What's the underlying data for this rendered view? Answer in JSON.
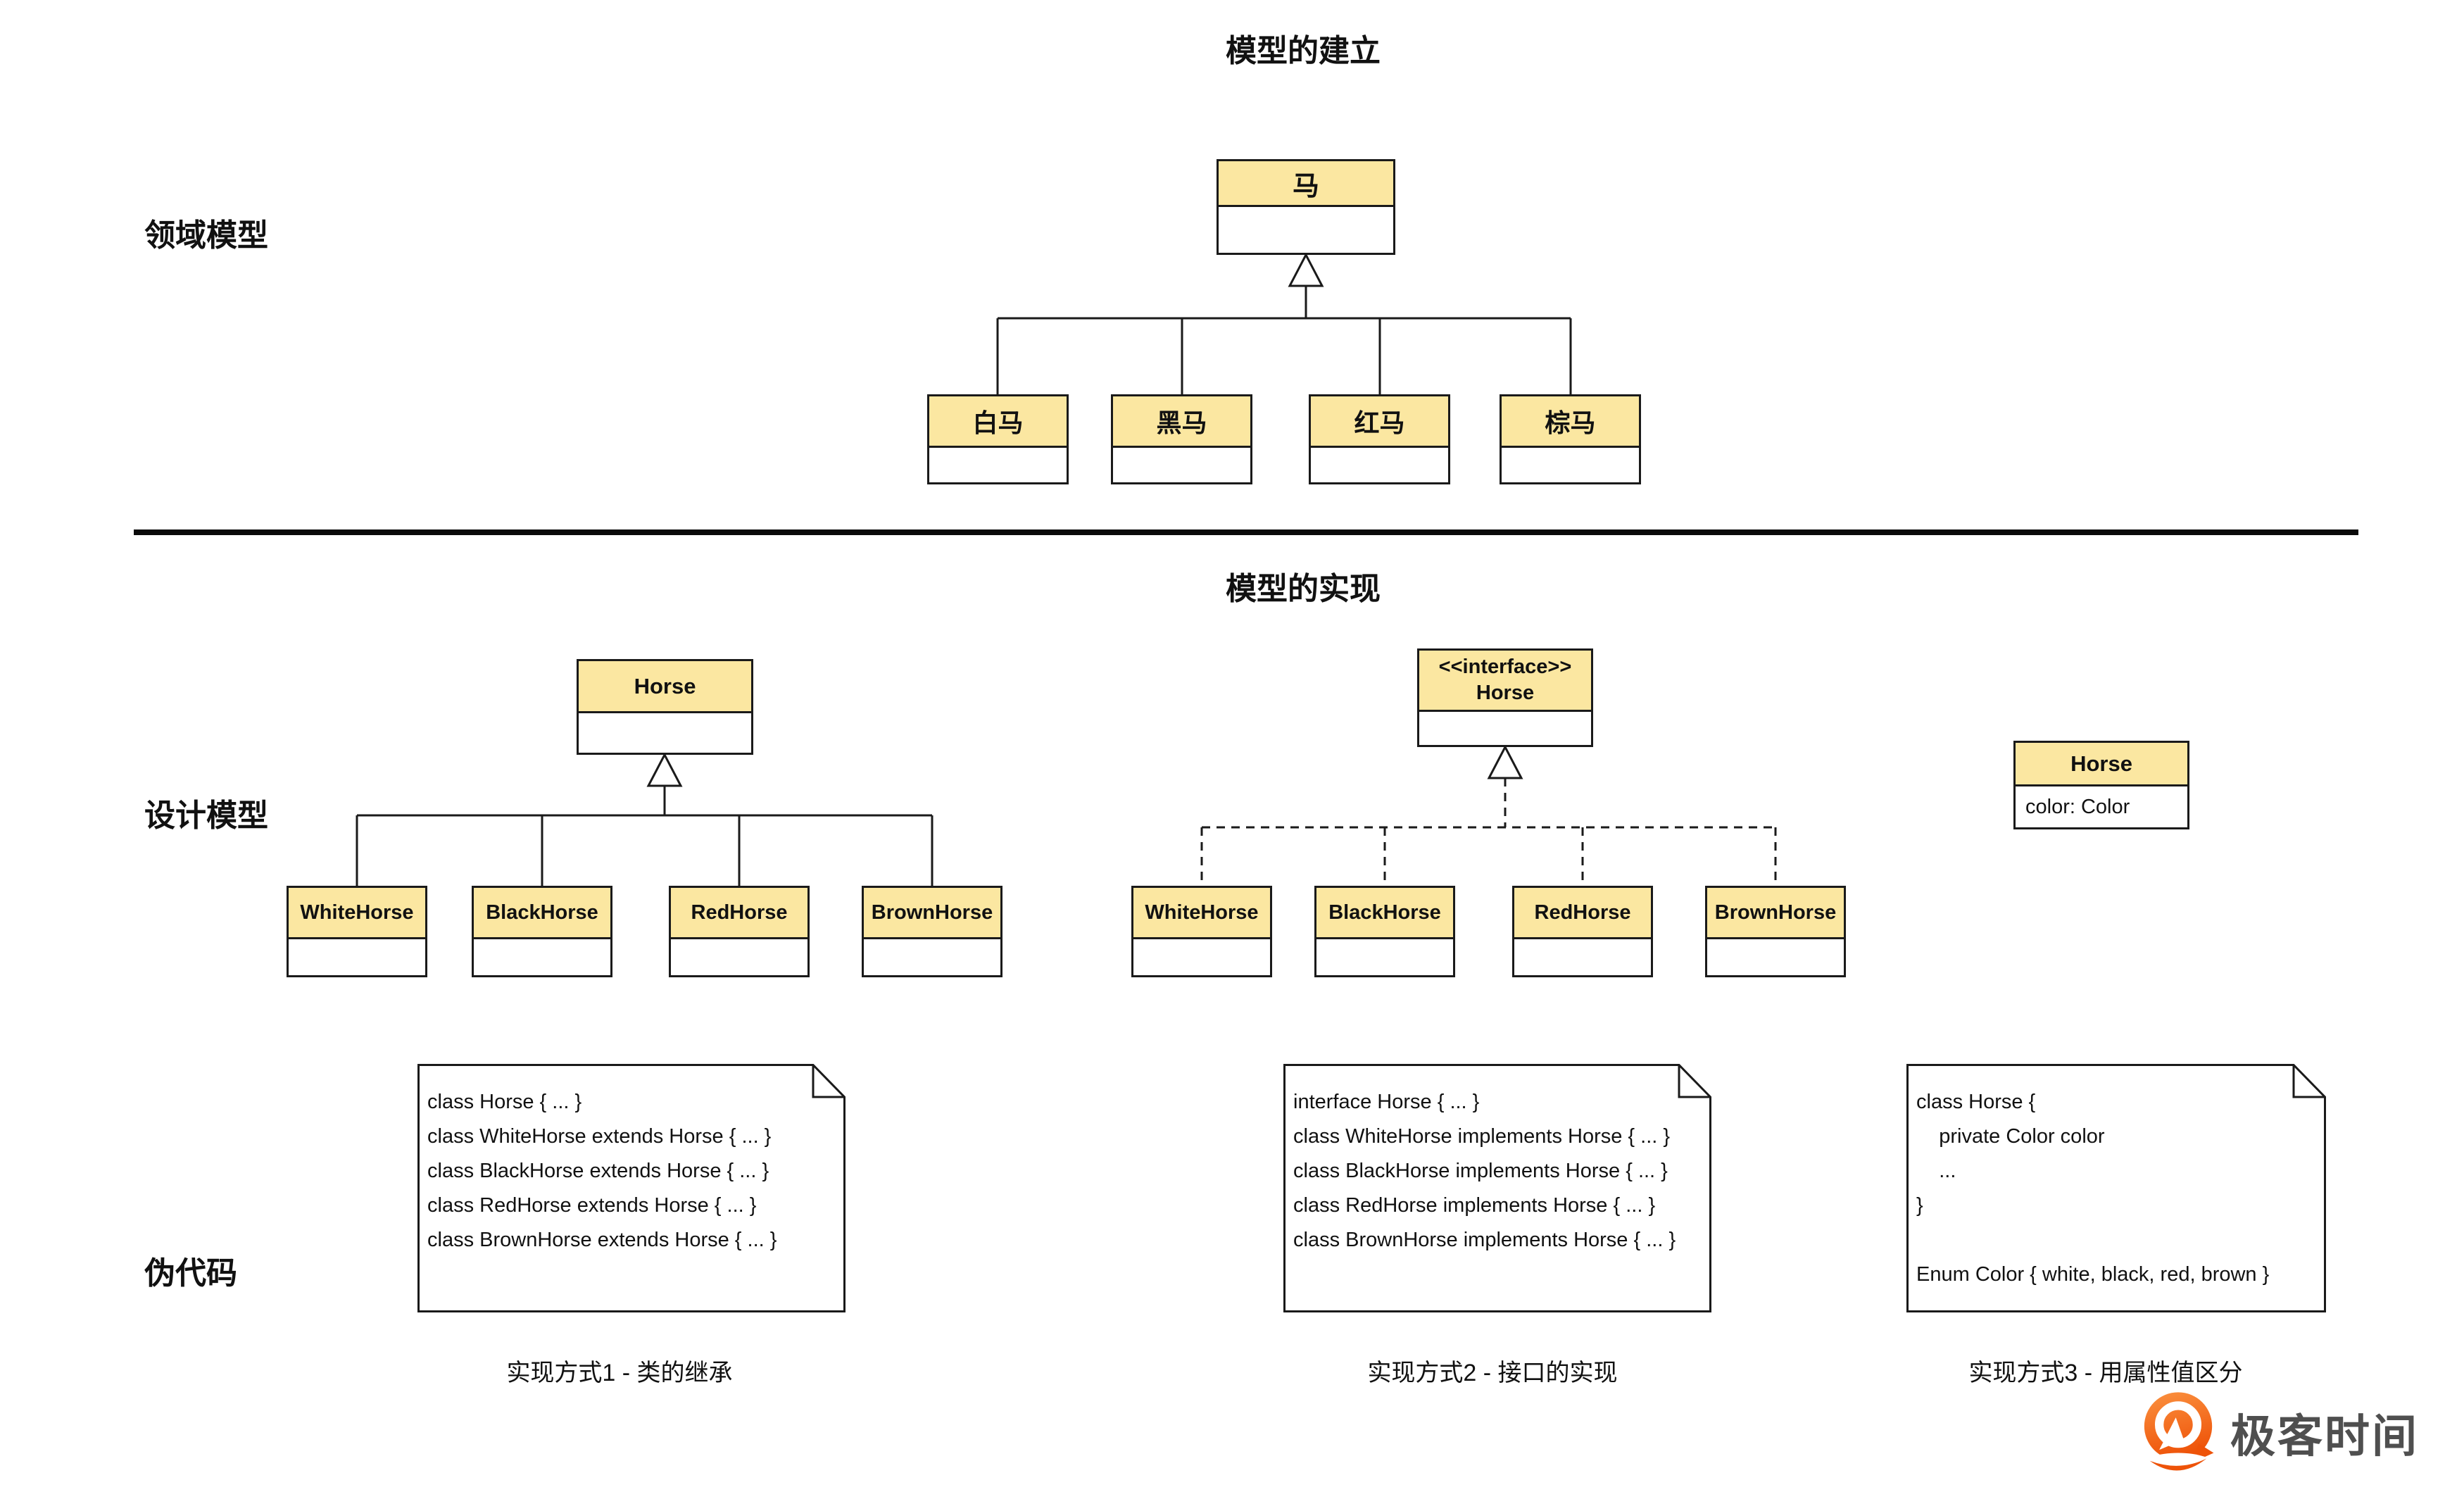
{
  "titles": {
    "section1": "模型的建立",
    "section2": "模型的实现"
  },
  "labels": {
    "domain_model": "领域模型",
    "design_model": "设计模型",
    "pseudocode": "伪代码"
  },
  "domain_model": {
    "parent": "马",
    "children": [
      "白马",
      "黑马",
      "红马",
      "棕马"
    ]
  },
  "design_inheritance": {
    "parent": "Horse",
    "children": [
      "WhiteHorse",
      "BlackHorse",
      "RedHorse",
      "BrownHorse"
    ]
  },
  "design_interface": {
    "stereotype": "<<interface>>",
    "parent": "Horse",
    "children": [
      "WhiteHorse",
      "BlackHorse",
      "RedHorse",
      "BrownHorse"
    ]
  },
  "design_attribute": {
    "class_name": "Horse",
    "attribute": "color: Color"
  },
  "pseudocode": {
    "note1": [
      "class Horse { ... }",
      "class WhiteHorse extends Horse { ... }",
      "class BlackHorse extends Horse { ... }",
      "class RedHorse extends Horse { ... }",
      "class BrownHorse extends Horse { ... }"
    ],
    "note2": [
      "interface Horse { ... }",
      "class WhiteHorse implements Horse { ... }",
      "class BlackHorse implements Horse { ... }",
      "class RedHorse implements Horse { ... }",
      "class BrownHorse implements Horse { ... }"
    ],
    "note3": [
      "class Horse {",
      "    private Color color",
      "    ...",
      "}",
      "",
      "Enum Color { white, black, red, brown }"
    ]
  },
  "captions": [
    "实现方式1 - 类的继承",
    "实现方式2 - 接口的实现",
    "实现方式3 - 用属性值区分"
  ],
  "logo": {
    "text": "极客时间"
  },
  "colors": {
    "class_header": "#FBE7A1",
    "border": "#1a1a1a",
    "logo_orange": "#EE5309",
    "logo_text": "#4F4F4F"
  }
}
